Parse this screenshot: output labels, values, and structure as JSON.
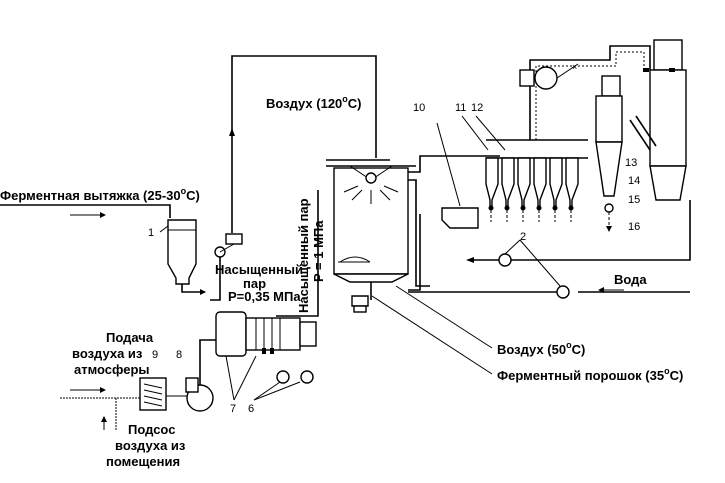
{
  "labels": {
    "ferment_extract": "Ферментная вытяжка (25-30",
    "ferment_extract_deg": "o",
    "ferment_extract_end": "C)",
    "air_120": "Воздух (120",
    "air_120_deg": "o",
    "air_120_end": "C)",
    "sat_steam_1": "Насыщенный",
    "sat_steam_2": "пар",
    "sat_steam_3": "P=0,35 МПа",
    "sat_steam_v1": "Насыщенный пар",
    "sat_steam_v2": "P = 1 МПа",
    "air_supply_1": "Подача",
    "air_supply_2": "воздуха из",
    "air_supply_3": "атмосферы",
    "air_suction_1": "Подсос",
    "air_suction_2": "воздуха из",
    "air_suction_3": "помещения",
    "water": "Вода",
    "air_50": "Воздух (50",
    "air_50_deg": "o",
    "air_50_end": "C)",
    "powder": "Ферментный порошок (35",
    "powder_deg": "o",
    "powder_end": "C)"
  },
  "numbers": {
    "n1": "1",
    "n2": "2",
    "n6": "6",
    "n7": "7",
    "n8": "8",
    "n9": "9",
    "n10": "10",
    "n11": "11",
    "n12": "12",
    "n13": "13",
    "n14": "14",
    "n15": "15",
    "n16": "16"
  }
}
